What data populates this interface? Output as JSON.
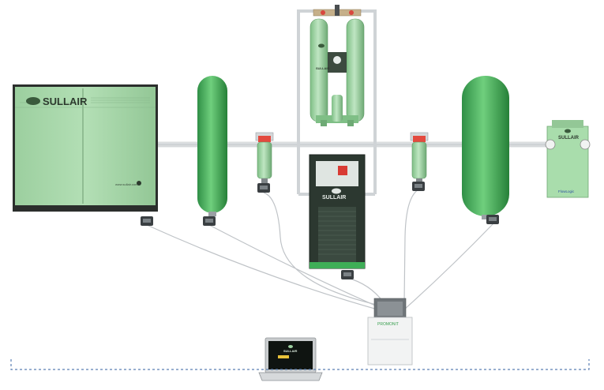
{
  "compressor": {
    "brand": "SULLAIR",
    "url": "www.sullair.com"
  },
  "dryer_panel": {
    "brand": "SULLAIR"
  },
  "refrigerated_dryer": {
    "brand": "SULLAIR"
  },
  "flow_controller": {
    "brand": "SULLAIR",
    "label": "FlowLogic"
  },
  "laptop": {
    "brand": "SULLAIR"
  },
  "monitor_unit": {
    "label": "PROMONIT"
  },
  "colors": {
    "equipment_green": "#a6d9a8",
    "tank_green": "#3fae57",
    "dryer_body": "#2e3b33",
    "network_line": "#5b7fb3",
    "cable": "#bfc3c7",
    "pipe": "#d7dbde"
  }
}
